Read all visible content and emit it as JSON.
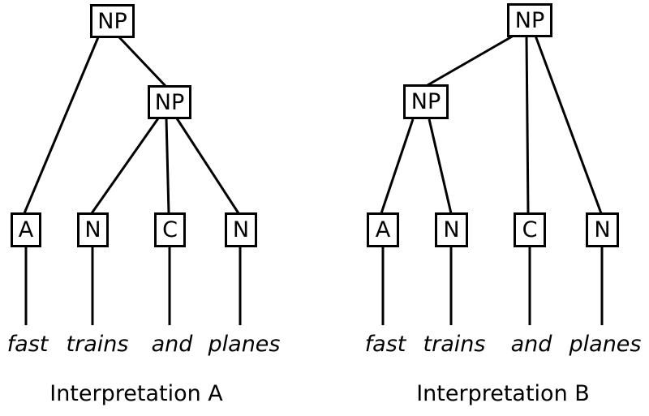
{
  "colors": {
    "background": "#ffffff",
    "line": "#000000",
    "text": "#000000"
  },
  "trees": [
    {
      "caption": "Interpretation A",
      "nodes": {
        "root": "NP",
        "inner": "NP",
        "t1": "A",
        "t2": "N",
        "t3": "C",
        "t4": "N"
      },
      "words": {
        "w1": "fast",
        "w2": "trains",
        "w3": "and",
        "w4": "planes"
      },
      "topology": {
        "root_children": [
          "t1",
          "inner"
        ],
        "inner_children": [
          "t2",
          "t3",
          "t4"
        ]
      }
    },
    {
      "caption": "Interpretation B",
      "nodes": {
        "root": "NP",
        "inner": "NP",
        "t1": "A",
        "t2": "N",
        "t3": "C",
        "t4": "N"
      },
      "words": {
        "w1": "fast",
        "w2": "trains",
        "w3": "and",
        "w4": "planes"
      },
      "topology": {
        "root_children": [
          "inner",
          "t3",
          "t4"
        ],
        "inner_children": [
          "t1",
          "t2"
        ]
      }
    }
  ]
}
